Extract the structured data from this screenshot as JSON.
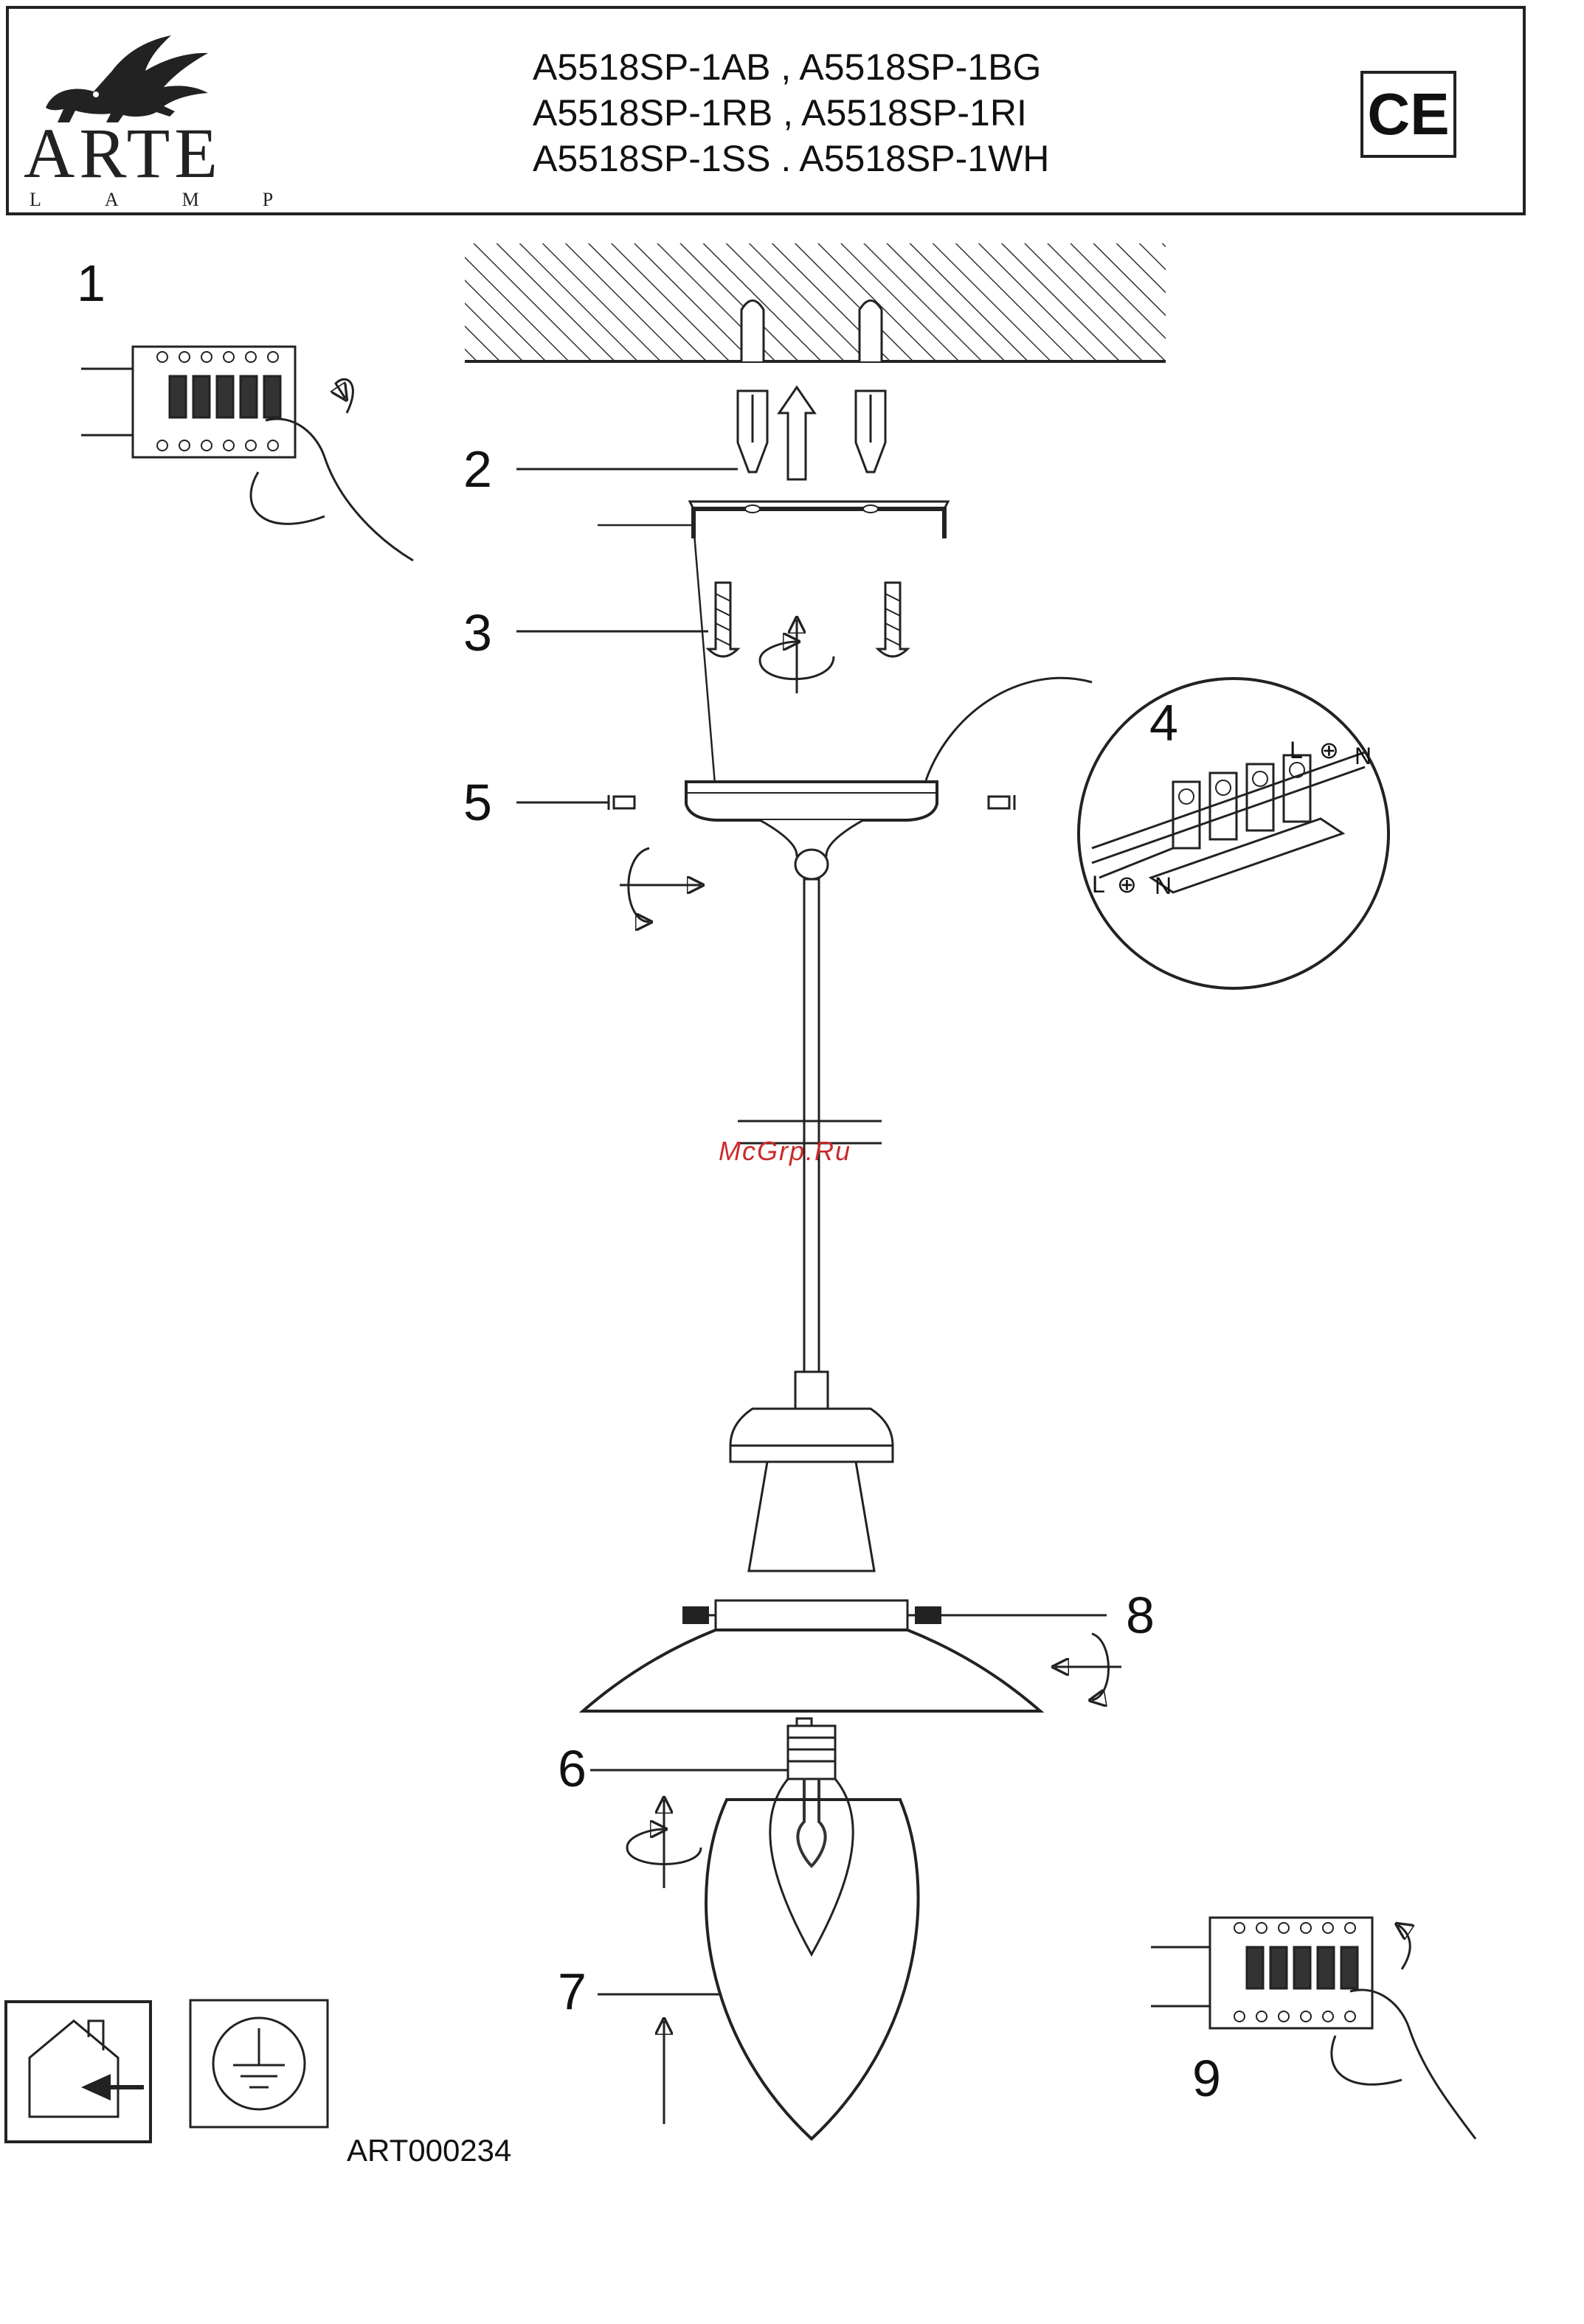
{
  "header": {
    "brand": "ARTE",
    "brand_sub": "LAMP",
    "model_lines": [
      "A5518SP-1AB , A5518SP-1BG",
      "A5518SP-1RB , A5518SP-1RI",
      "A5518SP-1SS . A5518SP-1WH"
    ],
    "cert_mark": "CE"
  },
  "steps": [
    "1",
    "2",
    "3",
    "4",
    "5",
    "6",
    "7",
    "8",
    "9"
  ],
  "terminal_labels": {
    "top": [
      "L",
      "⊕",
      "N"
    ],
    "bottom": [
      "L",
      "⊕",
      "N"
    ]
  },
  "watermark": "McGrp.Ru",
  "footer": {
    "article_code": "ART000234",
    "icons": [
      "indoor-use-icon",
      "ground-earth-icon"
    ]
  }
}
